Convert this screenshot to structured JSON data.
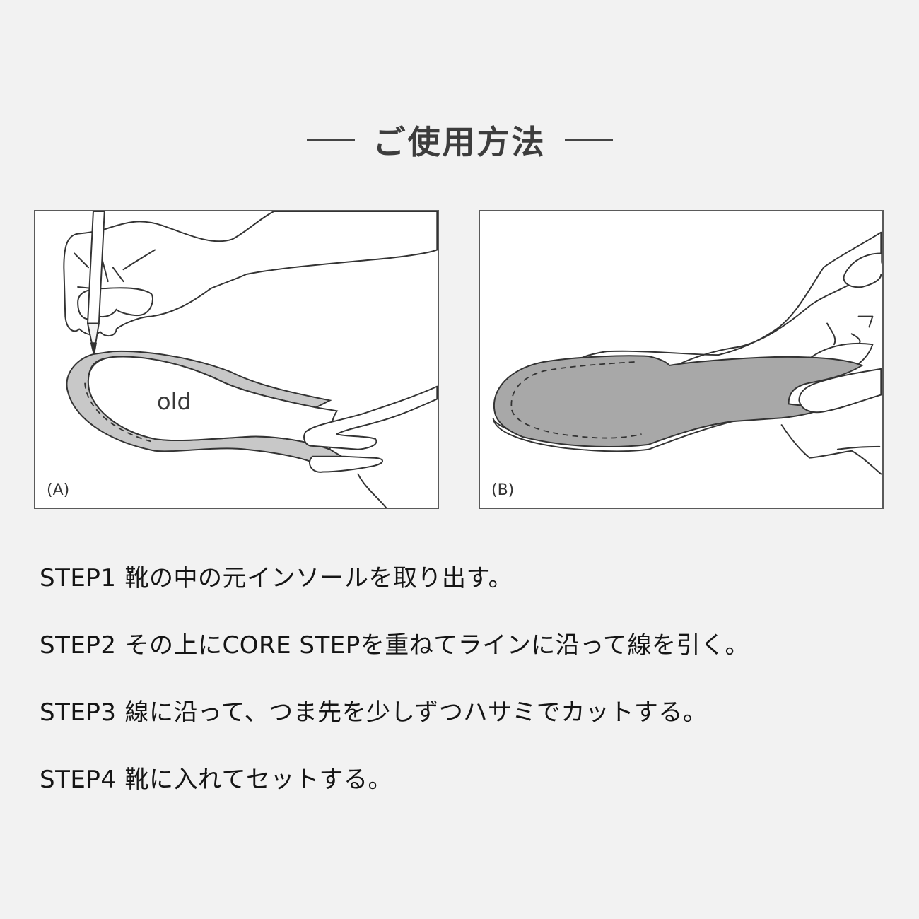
{
  "header": {
    "title": "ご使用方法"
  },
  "panels": [
    {
      "label": "(A)",
      "insole_label": "old",
      "illustration": "hand-tracing-insole-outline-with-pencil",
      "icons": [
        "pencil-icon",
        "hand-icon",
        "insole-icon"
      ]
    },
    {
      "label": "(B)",
      "illustration": "hands-cutting-insole-with-scissors",
      "icons": [
        "scissors-icon",
        "hand-icon",
        "insole-icon"
      ]
    }
  ],
  "steps": [
    {
      "num": "STEP1",
      "text": "靴の中の元インソールを取り出す。"
    },
    {
      "num": "STEP2",
      "text": "その上にCORE STEPを重ねてラインに沿って線を引く。"
    },
    {
      "num": "STEP3",
      "text": "線に沿って、つま先を少しずつハサミでカットする。"
    },
    {
      "num": "STEP4",
      "text": "靴に入れてセットする。"
    }
  ],
  "colors": {
    "background": "#f2f2f2",
    "panel_border": "#5a5a5a",
    "insole_fill_light": "#c8c8c8",
    "insole_fill_dark": "#a8a8a8",
    "title": "#3d3d3d"
  }
}
